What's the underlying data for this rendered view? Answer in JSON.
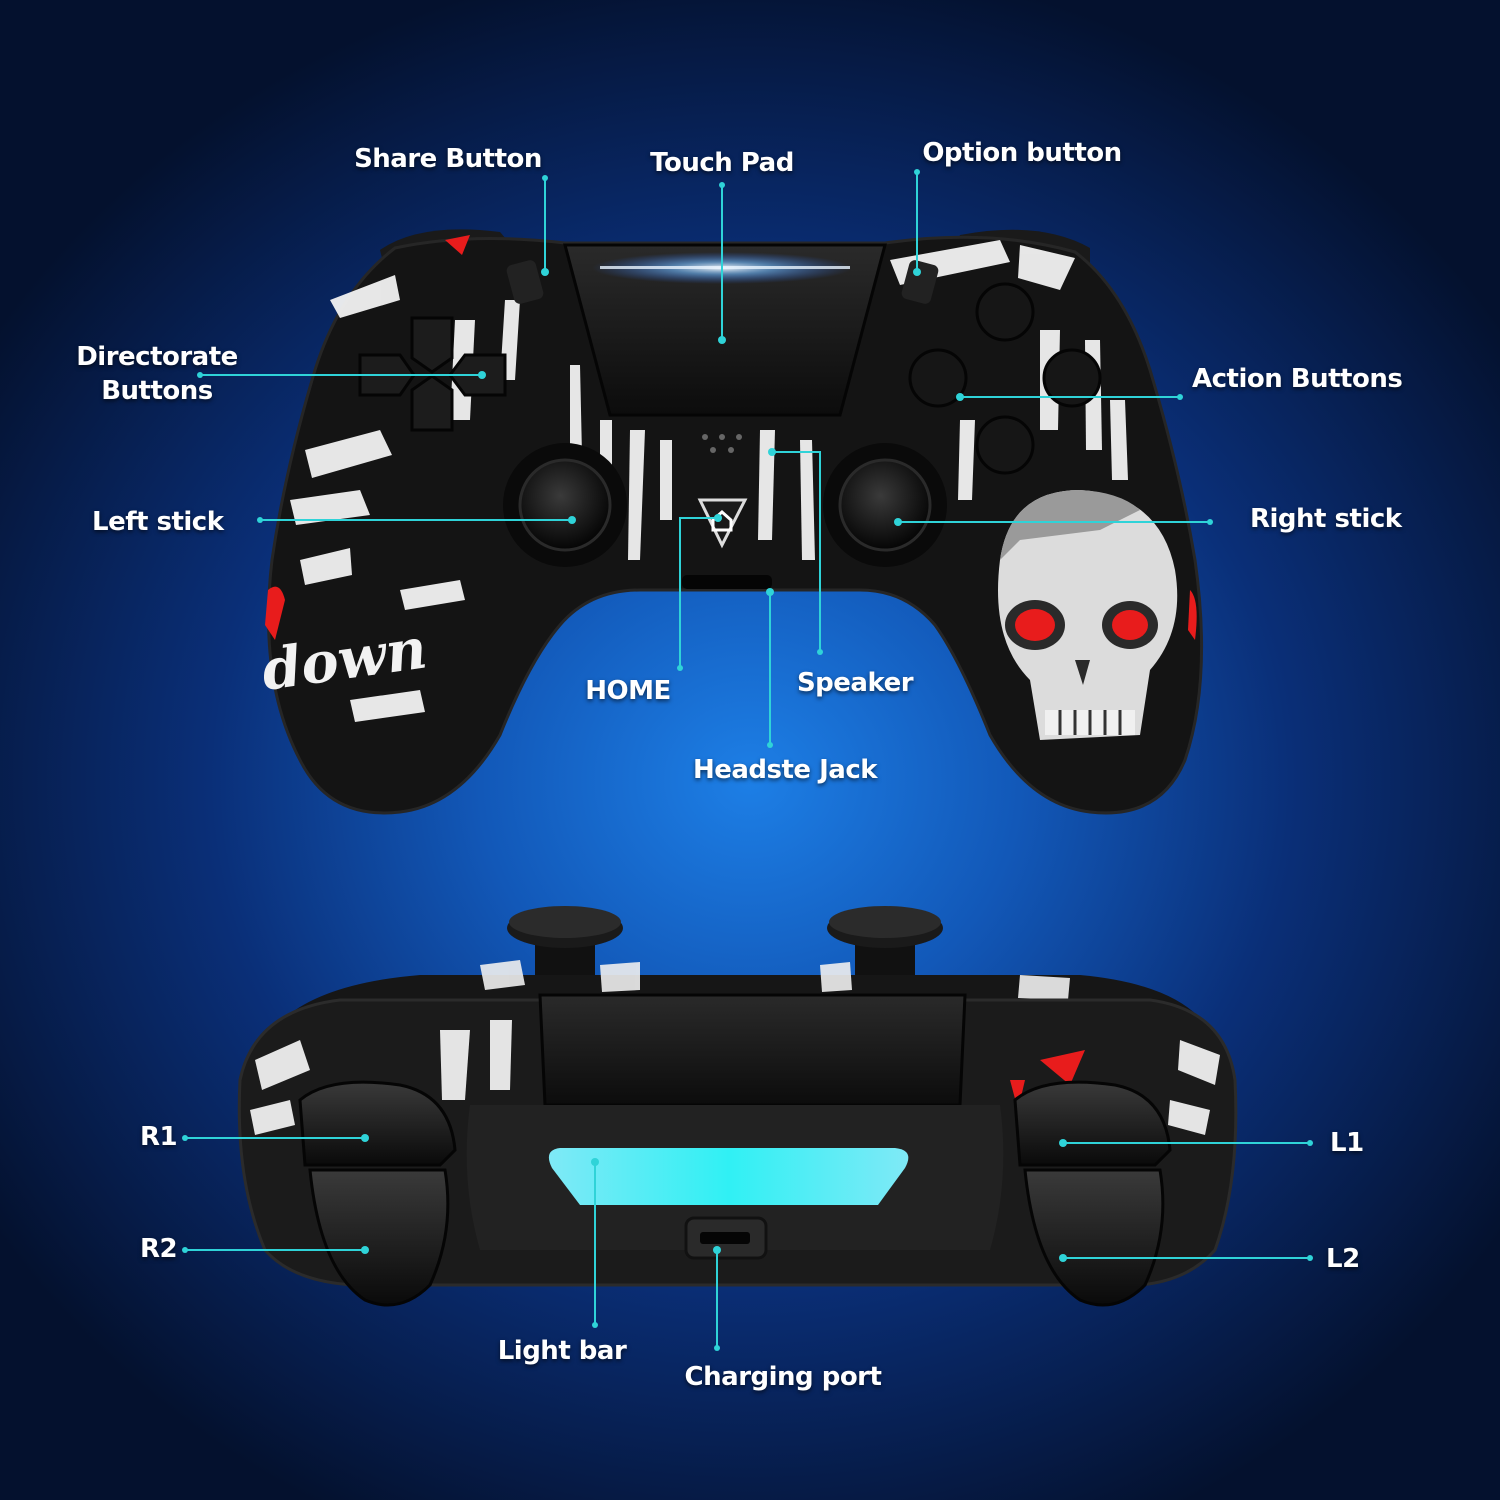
{
  "colors": {
    "background": "#0a2f78",
    "accent_line": "#2fd3d8",
    "label": "#ffffff",
    "controller_body": "#151515",
    "skull_eye": "#e81c1c",
    "light_bar": "#39e2f0"
  },
  "front_view": {
    "labels": {
      "share_button": "Share Button",
      "touch_pad": "Touch Pad",
      "option_button": "Option button",
      "directional_buttons": "Directorate Buttons",
      "action_buttons": "Action Buttons",
      "left_stick": "Left stick",
      "right_stick": "Right stick",
      "home": "HOME",
      "speaker": "Speaker",
      "headset_jack": "Headste Jack"
    },
    "graffiti_text": "down"
  },
  "back_view": {
    "labels": {
      "r1": "R1",
      "r2": "R2",
      "l1": "L1",
      "l2": "L2",
      "light_bar": "Light bar",
      "charging_port": "Charging port"
    }
  }
}
